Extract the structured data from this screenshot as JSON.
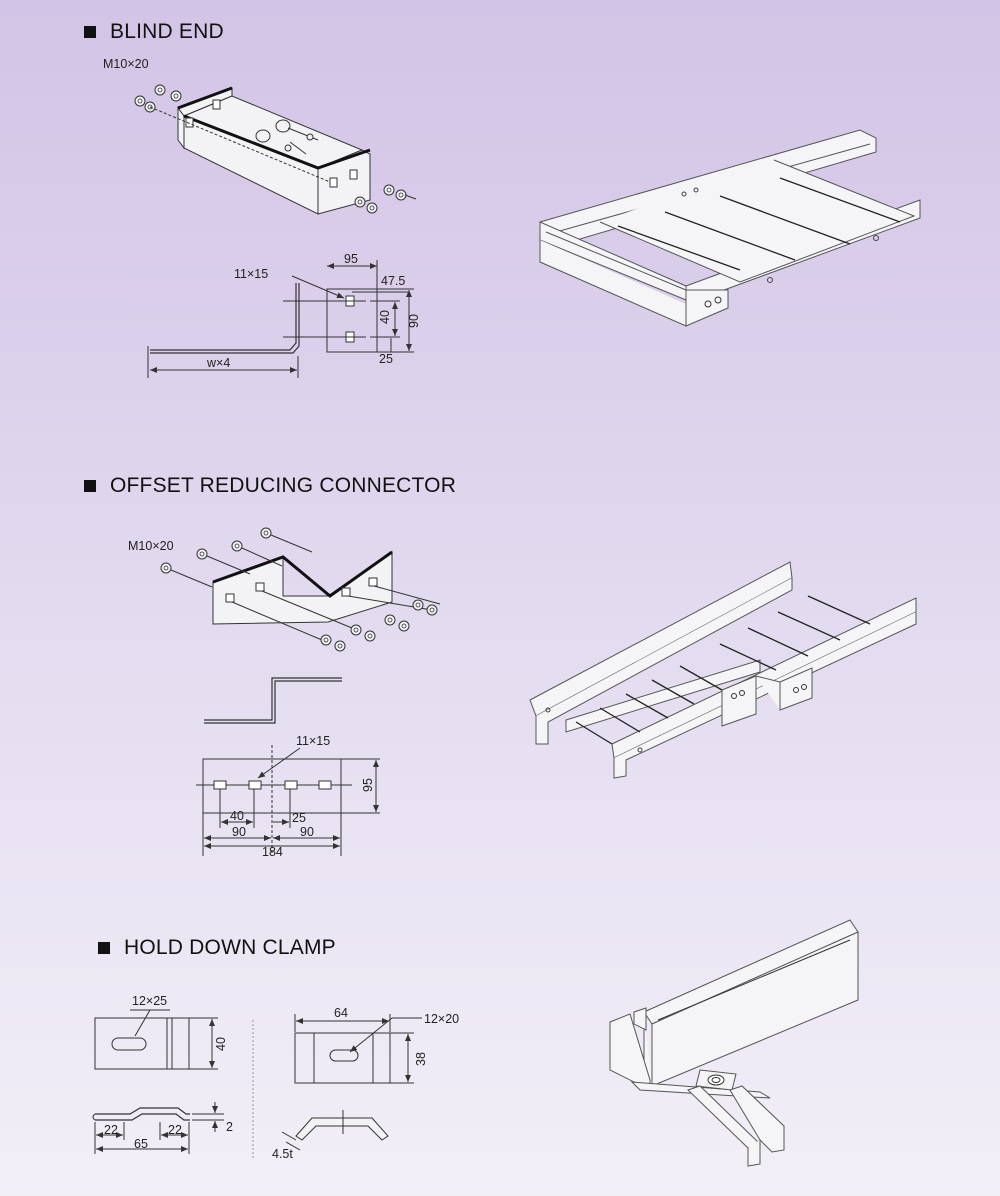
{
  "sections": {
    "blind_end": {
      "title": "BLIND END",
      "bolt": "M10×20",
      "hole": "11×15",
      "dim_95": "95",
      "dim_47_5": "47.5",
      "dim_40": "40",
      "dim_90": "90",
      "dim_25": "25",
      "dim_length": "w×4"
    },
    "offset_reducing_connector": {
      "title": "OFFSET REDUCING CONNECTOR",
      "bolt": "M10×20",
      "hole": "11×15",
      "dim_95": "95",
      "dim_40": "40",
      "dim_25": "25",
      "dim_90_left": "90",
      "dim_90_right": "90",
      "dim_184": "184"
    },
    "hold_down_clamp": {
      "title": "HOLD DOWN CLAMP",
      "slot_a": "12×25",
      "slot_b": "12×20",
      "dim_64": "64",
      "dim_40": "40",
      "dim_38": "38",
      "dim_22_left": "22",
      "dim_22_right": "22",
      "dim_65": "65",
      "dim_2": "2",
      "dim_thick": "4.5t"
    }
  }
}
